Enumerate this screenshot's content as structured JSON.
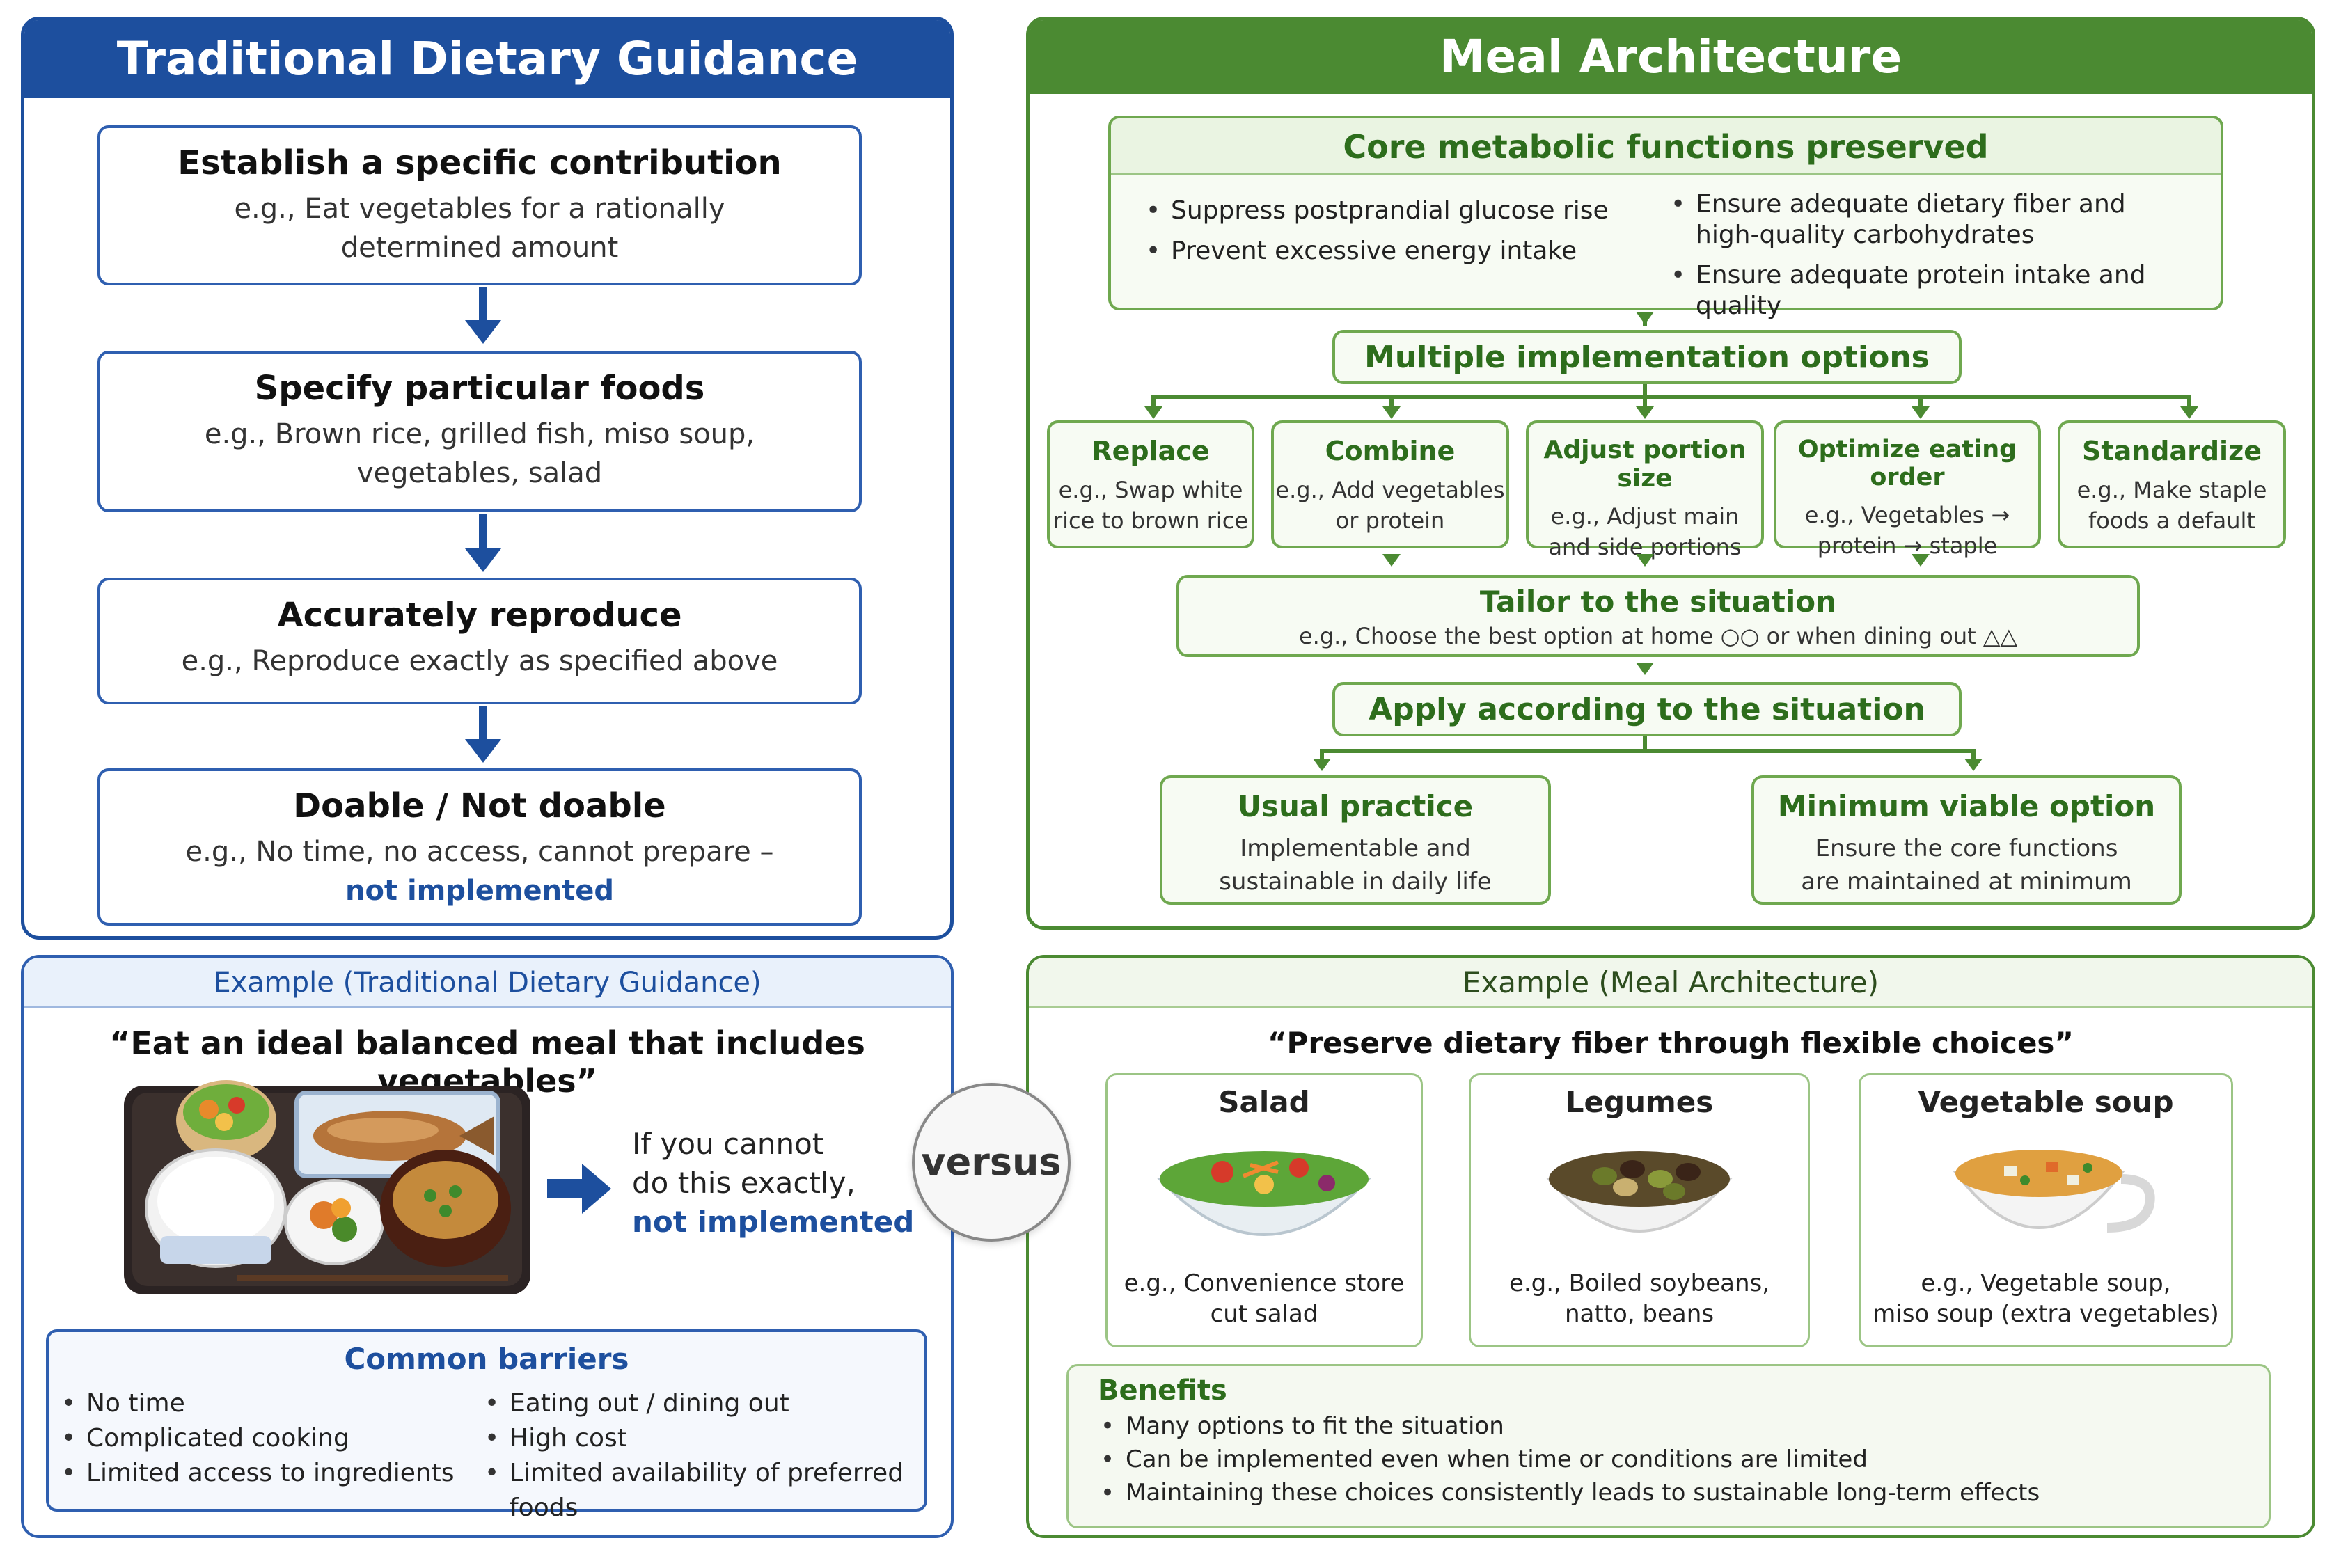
{
  "left_header": "Traditional Dietary Guidance",
  "right_header": "Meal Architecture",
  "trad_steps": [
    {
      "title": "Establish a specific contribution",
      "desc1": "e.g., Eat vegetables for a rationally",
      "desc2": "determined amount"
    },
    {
      "title": "Specify particular foods",
      "desc1": "e.g., Brown rice, grilled fish, miso soup,",
      "desc2": "vegetables, salad"
    },
    {
      "title": "Accurately reproduce",
      "desc1": "e.g., Reproduce exactly as specified above",
      "desc2": ""
    },
    {
      "title": "Doable / Not doable",
      "desc1": "e.g., No time, no access, cannot prepare –",
      "desc2": "not implemented"
    }
  ],
  "core": {
    "title": "Core metabolic functions preserved",
    "left": [
      "Suppress postprandial glucose rise",
      "Prevent excessive energy intake"
    ],
    "right1a": "Ensure adequate dietary fiber and",
    "right1b": "high-quality carbohydrates",
    "right2": "Ensure adequate protein intake and quality"
  },
  "multi": "Multiple implementation options",
  "options": [
    {
      "title": "Replace",
      "d1": "e.g., Swap white",
      "d2": "rice to brown rice"
    },
    {
      "title": "Combine",
      "d1": "e.g., Add vegetables",
      "d2": "or protein"
    },
    {
      "title": "Adjust portion size",
      "d1": "e.g., Adjust main",
      "d2": "and side portions"
    },
    {
      "title": "Optimize eating order",
      "d1": "e.g., Vegetables →",
      "d2": "protein → staple"
    },
    {
      "title": "Standardize",
      "d1": "e.g., Make staple",
      "d2": "foods a default"
    }
  ],
  "tailor": {
    "title": "Tailor to the situation",
    "desc": "e.g., Choose the best option at home ○○ or when dining out △△"
  },
  "apply": "Apply according to the situation",
  "usual": {
    "title": "Usual practice",
    "d1": "Implementable and",
    "d2": "sustainable in daily life"
  },
  "minimum": {
    "title": "Minimum viable option",
    "d1": "Ensure the core functions",
    "d2": "are maintained at minimum"
  },
  "ex_left": {
    "header": "Example (Traditional Dietary Guidance)",
    "quote": "“Eat an ideal balanced meal that includes vegetables”",
    "if1": "If you cannot",
    "if2": "do this exactly,",
    "if3": "not implemented"
  },
  "versus": "versus",
  "barriers": {
    "title": "Common barriers",
    "left": [
      "No time",
      "Complicated cooking",
      "Limited access to ingredients"
    ],
    "right": [
      "Eating out / dining out",
      "High cost",
      "Limited availability of preferred foods"
    ]
  },
  "ex_right": {
    "header": "Example (Meal Architecture)",
    "quote": "“Preserve dietary fiber through flexible choices”"
  },
  "foods": [
    {
      "title": "Salad",
      "d1": "e.g., Convenience store",
      "d2": "cut salad"
    },
    {
      "title": "Legumes",
      "d1": "e.g., Boiled soybeans,",
      "d2": "natto, beans"
    },
    {
      "title": "Vegetable soup",
      "d1": "e.g., Vegetable soup,",
      "d2": "miso soup (extra vegetables)"
    }
  ],
  "benefits": {
    "title": "Benefits",
    "items": [
      "Many options to fit the situation",
      "Can be implemented even when time or conditions are limited",
      "Maintaining these choices consistently leads to sustainable long-term effects"
    ]
  },
  "colors": {
    "blue": "#1d4f9e",
    "green": "#4b8a32",
    "light_blue": "#e9f1fb",
    "light_green": "#f1f7ec"
  }
}
